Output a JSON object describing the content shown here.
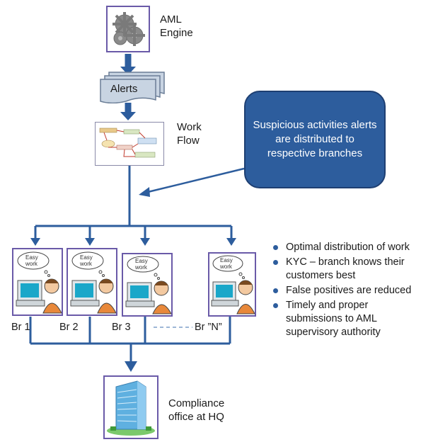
{
  "engine": {
    "label_line1": "AML",
    "label_line2": "Engine"
  },
  "alerts": {
    "label": "Alerts"
  },
  "workflow": {
    "label_line1": "Work",
    "label_line2": "Flow"
  },
  "callout": {
    "text": "Suspicious activities alerts are distributed to respective branches"
  },
  "branches": [
    {
      "label": "Br 1",
      "thought": "Easy work"
    },
    {
      "label": "Br 2",
      "thought": "Easy work"
    },
    {
      "label": "Br 3",
      "thought": "Easy work"
    },
    {
      "label": "Br ”N”",
      "thought": "Easy work"
    }
  ],
  "bullets": [
    "Optimal distribution of work",
    "KYC – branch knows their customers best",
    "False positives are reduced",
    "Timely and proper submissions to AML supervisory authority"
  ],
  "hq": {
    "label_line1": "Compliance",
    "label_line2": "office at HQ"
  },
  "colors": {
    "flow": "#2d5d9d",
    "box_border": "#6a5aa8",
    "callout_fill": "#2d5d9d"
  }
}
